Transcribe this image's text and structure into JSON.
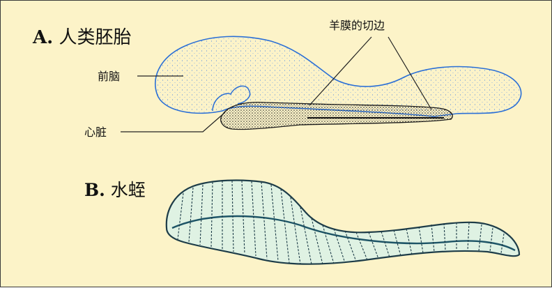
{
  "panel_a": {
    "letter": "A.",
    "title": "人类胚胎",
    "labels": {
      "forebrain": "前脑",
      "heart": "心脏",
      "amnion_edge": "羊膜的切边"
    }
  },
  "panel_b": {
    "letter": "B.",
    "title": "水蛭"
  },
  "colors": {
    "background": "#fcf3c8",
    "embryo_outline": "#2a6fd6",
    "leech_body": "#dff2e3",
    "leech_outline": "#1d3c48"
  }
}
